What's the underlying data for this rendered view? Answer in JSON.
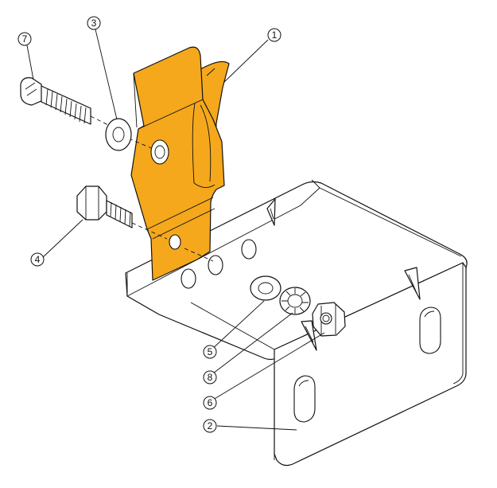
{
  "highlight_color": "#f5a81c",
  "callouts": [
    {
      "id": "c1",
      "label": "1"
    },
    {
      "id": "c2",
      "label": "2"
    },
    {
      "id": "c3",
      "label": "3"
    },
    {
      "id": "c4",
      "label": "4"
    },
    {
      "id": "c5",
      "label": "5"
    },
    {
      "id": "c6",
      "label": "6"
    },
    {
      "id": "c7",
      "label": "7"
    },
    {
      "id": "c8",
      "label": "8"
    }
  ]
}
